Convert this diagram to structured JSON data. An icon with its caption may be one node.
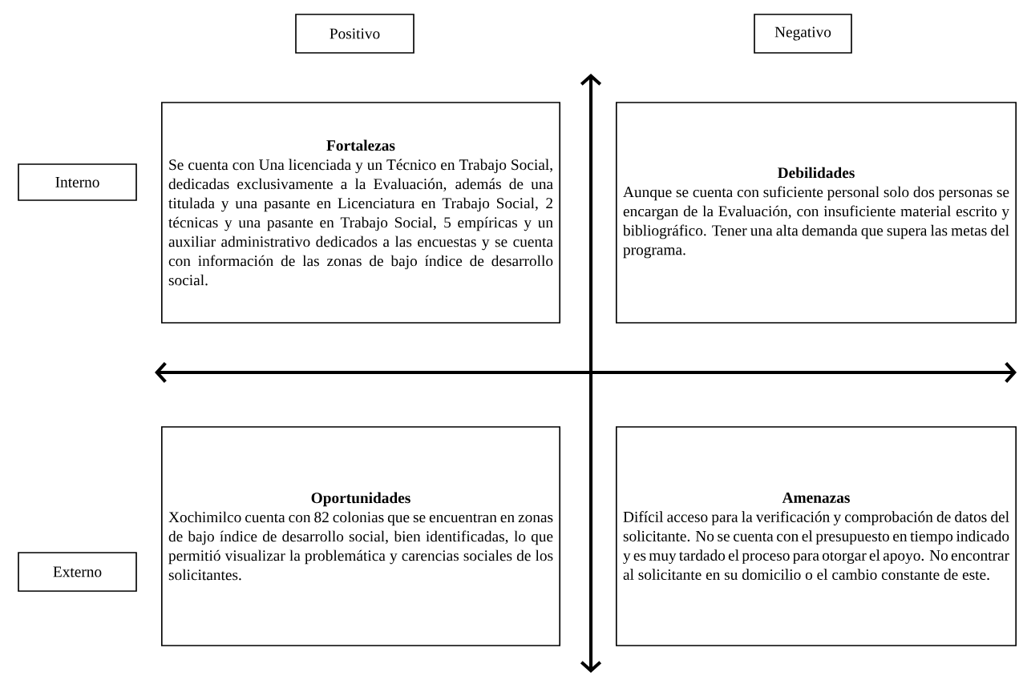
{
  "diagram": {
    "nodes": [
      {
        "text": [
          "Positivo"
        ]
      },
      {
        "text": [
          "Negativo"
        ]
      },
      {
        "text": [
          "Interno"
        ]
      },
      {
        "text": [
          "Externo"
        ]
      },
      {
        "text": [
          "Fortalezas",
          "Se cuenta con Una licenciada y un Técnico en Trabajo Social, dedicadas exclusivamente a la Evaluación, además de una titulada y una pasante en Licenciatura en Trabajo Social, 2 técnicas y una pasante en Trabajo Social, 5 empíricas y un auxiliar administrativo dedicados a las encuestas y se cuenta con información de las zonas de bajo índice de desarrollo social."
        ]
      },
      {
        "text": [
          "Debilidades",
          "Aunque se cuenta con suficiente personal solo dos personas se encargan de la Evaluación, con insuficiente material escrito y bibliográfico. Tener una alta demanda que supera las metas del programa."
        ]
      },
      {
        "text": [
          "Oportunidades",
          "Xochimilco cuenta con 82 colonias que se encuentran en zonas de bajo índice de desarrollo social, bien identificadas, lo que permitió visualizar la problemática y carencias sociales de los solicitantes."
        ]
      },
      {
        "text": [
          "Amenazas",
          "Difícil acceso para la verificación y comprobación de datos del solicitante. No se cuenta con el presupuesto en tiempo indicado y es muy tardado el proceso para otorgar el apoyo. No encontrar al solicitante en su domicilio o el cambio constante de este."
        ]
      }
    ]
  }
}
